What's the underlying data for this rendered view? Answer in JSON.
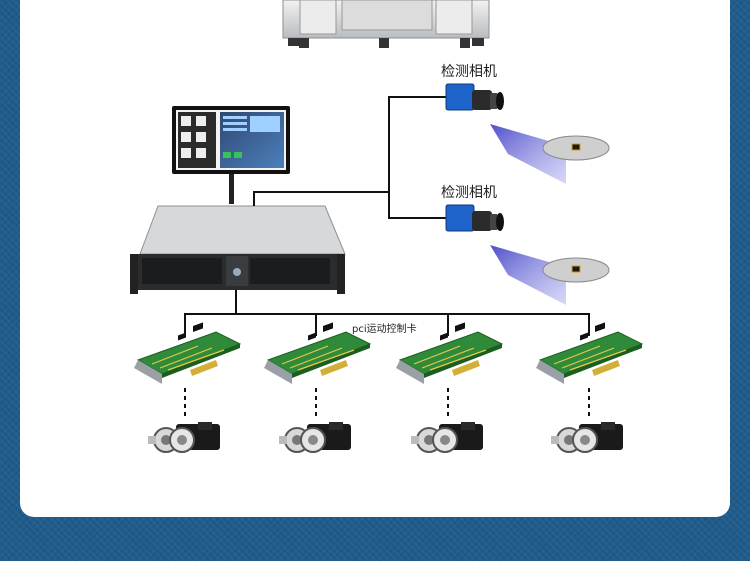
{
  "labels": {
    "camera_top": "检测相机",
    "camera_bottom": "检测相机",
    "motion_card": "pci运动控制卡"
  },
  "colors": {
    "background": "#1f5c8c",
    "panel": "#ffffff",
    "line": "#111111",
    "pcb": "#2e7d32",
    "camera_body": "#1e63c9",
    "light_beam": "#5b5bd6"
  },
  "icons": [
    "machine-base",
    "monitor",
    "industrial-pc",
    "camera",
    "motion-card",
    "servo-motor"
  ]
}
